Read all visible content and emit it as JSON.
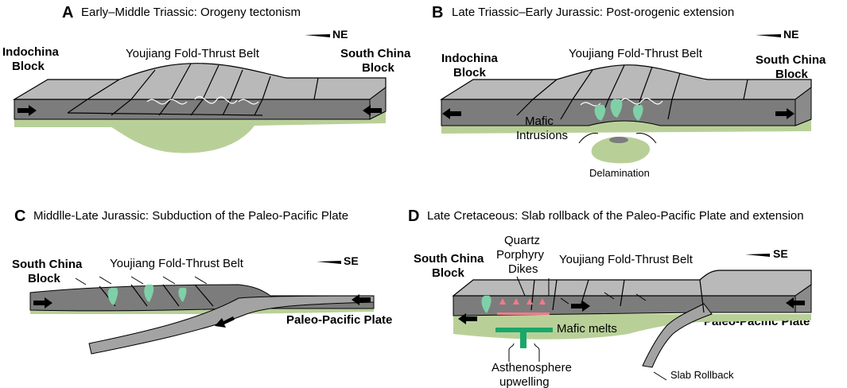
{
  "panels": {
    "a": {
      "letter": "A",
      "title": "Early–Middle Triassic: Orogeny tectonism",
      "left_block": [
        "Indochina",
        "Block"
      ],
      "right_block": [
        "South China",
        "Block"
      ],
      "belt": "Youjiang Fold-Thrust Belt",
      "direction": "NE"
    },
    "b": {
      "letter": "B",
      "title": "Late Triassic–Early Jurassic: Post-orogenic extension",
      "left_block": [
        "Indochina",
        "Block"
      ],
      "right_block": [
        "South China",
        "Block"
      ],
      "belt": "Youjiang Fold-Thrust Belt",
      "direction": "NE",
      "mafic": [
        "Mafic",
        "Intrusions"
      ],
      "delamination": "Delamination"
    },
    "c": {
      "letter": "C",
      "title": "Middlle-Late Jurassic: Subduction of the Paleo-Pacific Plate",
      "left_block": [
        "South China",
        "Block"
      ],
      "belt": "Youjiang Fold-Thrust Belt",
      "direction": "SE",
      "plate": "Paleo-Pacific Plate"
    },
    "d": {
      "letter": "D",
      "title": "Late Cretaceous: Slab rollback of the Paleo-Pacific Plate and extension",
      "left_block": [
        "South China",
        "Block"
      ],
      "belt": "Youjiang Fold-Thrust Belt",
      "direction": "SE",
      "dikes": [
        "Quartz",
        "Porphyry",
        "Dikes"
      ],
      "mafic_melts": "Mafic melts",
      "upwelling": [
        "Asthenosphere",
        "upwelling"
      ],
      "plate": "Paleo-Pacific Plate",
      "rollback": "Slab Rollback"
    }
  },
  "colors": {
    "mantle": "#b8d098",
    "intrusion": "#7fd0a8",
    "melt": "#1aa76a",
    "dike": "#f07a8a",
    "crust": "#7c7c7c",
    "top": "#b9b9b9"
  }
}
